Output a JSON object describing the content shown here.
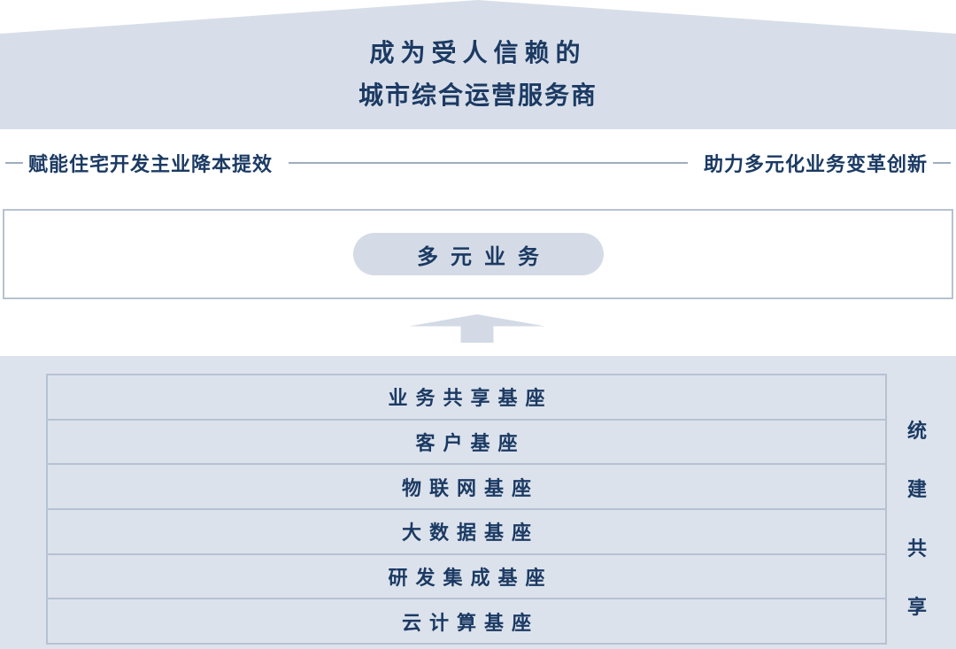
{
  "colors": {
    "roof_fill": "#d8dee9",
    "panel_fill": "#dde3ed",
    "row_fill": "#dce2ec",
    "border": "#b6c2d2",
    "text_navy": "#1b3a63",
    "rule": "#9fadc1",
    "pill_fill": "#d5dbe6",
    "arrow_fill": "#d3dae6",
    "page_bg": "#ffffff"
  },
  "roof": {
    "title_line1": "成为受人信赖的",
    "title_line2": "城市综合运营服务商"
  },
  "subtitle": {
    "left_text": "赋能住宅开发主业降本提效",
    "right_text": "助力多元化业务变革创新"
  },
  "middle": {
    "pill_label": "多元业务"
  },
  "arrow": {
    "direction": "up",
    "icon": "arrow-up-icon"
  },
  "base": {
    "rows": [
      {
        "label": "业务共享基座"
      },
      {
        "label": "客户基座"
      },
      {
        "label": "物联网基座"
      },
      {
        "label": "大数据基座"
      },
      {
        "label": "研发集成基座"
      },
      {
        "label": "云计算基座"
      }
    ],
    "side_label_chars": [
      "统",
      "建",
      "共",
      "享"
    ],
    "side_label_text": "统建共享"
  }
}
